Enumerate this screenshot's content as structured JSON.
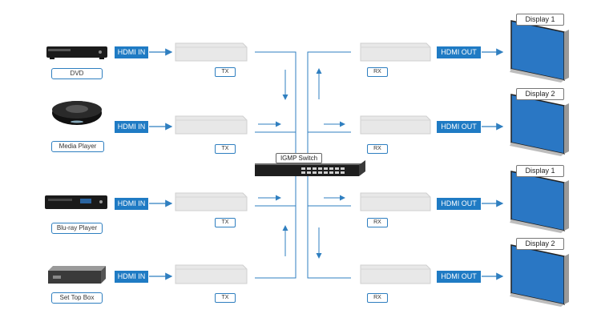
{
  "sources": [
    {
      "label": "DVD",
      "input": "HDMI IN",
      "tx": "TX"
    },
    {
      "label": "Media Player",
      "input": "HDMI IN",
      "tx": "TX"
    },
    {
      "label": "Blu-ray Player",
      "input": "HDMI IN",
      "tx": "TX"
    },
    {
      "label": "Set Top Box",
      "input": "HDMI IN",
      "tx": "TX"
    }
  ],
  "sinks": [
    {
      "rx": "RX",
      "output": "HDMI OUT",
      "display": "Display 1"
    },
    {
      "rx": "RX",
      "output": "HDMI OUT",
      "display": "Display 2"
    },
    {
      "rx": "RX",
      "output": "HDMI OUT",
      "display": "Display 1"
    },
    {
      "rx": "RX",
      "output": "HDMI OUT",
      "display": "Display 2"
    }
  ],
  "switch": {
    "label": "IGMP Switch"
  },
  "colors": {
    "accent": "#1f7bc4",
    "line": "#2f7fc0",
    "box": "#e8e8e8",
    "screen": "#2a77c4"
  }
}
